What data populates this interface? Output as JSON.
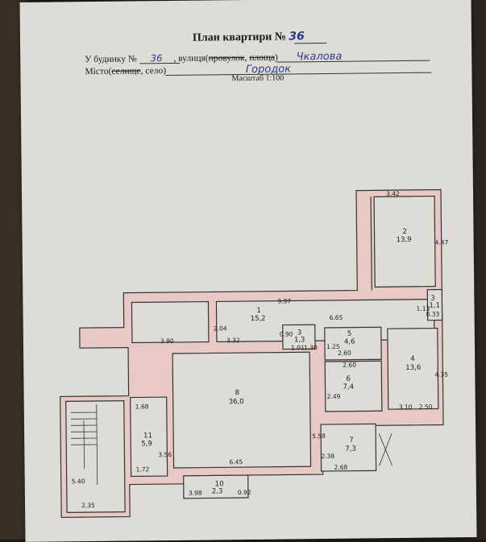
{
  "header": {
    "title": "План квартири №",
    "apartment_no": "36",
    "house_prefix": "У будинку №",
    "house_no": "36",
    "street_prefix": ", вулиця(",
    "street_struck": "провулок",
    "street_mid": ", ",
    "street_struck2": "площа",
    "street_suffix": ")",
    "street_value": "Чкалова",
    "city_prefix": "Місто(",
    "city_struck": "селище",
    "city_suffix": ", село)",
    "city_value": "Городок",
    "scale": "Масштаб 1:100"
  },
  "rooms": [
    {
      "no": "1",
      "area": "15,2"
    },
    {
      "no": "2",
      "area": "13,9"
    },
    {
      "no": "3",
      "area": "1,3"
    },
    {
      "no": "3",
      "area": "1,1"
    },
    {
      "no": "4",
      "area": "13,6"
    },
    {
      "no": "5",
      "area": "4,6"
    },
    {
      "no": "6",
      "area": "7,4"
    },
    {
      "no": "7",
      "area": "7,3"
    },
    {
      "no": "8",
      "area": "36,0"
    },
    {
      "no": "10",
      "area": "2,3"
    },
    {
      "no": "11",
      "area": "5,9"
    }
  ],
  "dimensions": {
    "d_342": "3.42",
    "d_447": "4.47",
    "d_997": "9.97",
    "d_665": "6.65",
    "d_390": "3.90",
    "d_332": "3.32",
    "d_204": "2.04",
    "d_090": "0.90",
    "d_113": "1.13",
    "d_033": "0.33",
    "d_101": "1.01",
    "d_130": "1.30",
    "d_125": "1.25",
    "d_260a": "2.60",
    "d_260b": "2.60",
    "d_435": "4.35",
    "d_249": "2.49",
    "d_310": "3.10",
    "d_250": "2.50",
    "d_558": "5.58",
    "d_168": "1.68",
    "d_356": "3.56",
    "d_172": "1.72",
    "d_645": "6.45",
    "d_238": "2.38",
    "d_268": "2.68",
    "d_398": "3.98",
    "d_092": "0.92",
    "d_540": "5.40",
    "d_235": "2.35"
  }
}
